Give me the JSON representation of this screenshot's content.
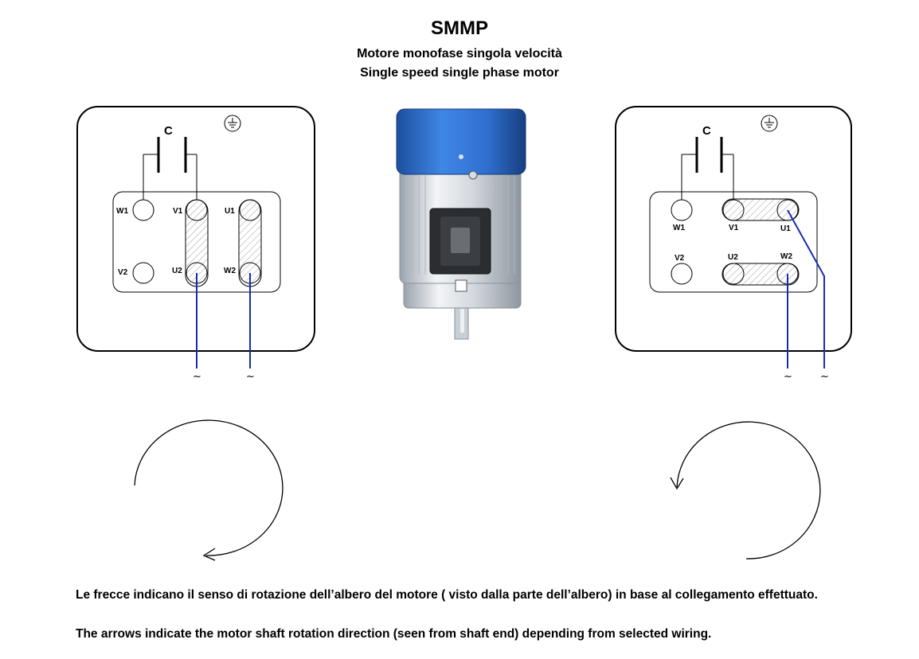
{
  "header": {
    "title": "SMMP",
    "subtitle_it": "Motore monofase singola velocità",
    "subtitle_en": "Single speed single phase motor"
  },
  "left_diagram": {
    "capacitor_label": "C",
    "terminals": {
      "w1": "W1",
      "v1": "V1",
      "u1": "U1",
      "v2": "V2",
      "u2": "U2",
      "w2": "W2"
    },
    "supply_symbols": [
      "~",
      "~"
    ],
    "rotation": "clockwise"
  },
  "right_diagram": {
    "capacitor_label": "C",
    "terminals": {
      "w1": "W1",
      "v1": "V1",
      "u1": "U1",
      "v2": "V2",
      "u2": "U2",
      "w2": "W2"
    },
    "supply_symbols": [
      "~",
      "~"
    ],
    "rotation": "counterclockwise"
  },
  "footer": {
    "note_it": "Le frecce indicano il senso di rotazione dell’albero del motore ( visto dalla parte dell’albero) in base al collegamento effettuato.",
    "note_en": "The arrows indicate the motor shaft rotation direction (seen from shaft end) depending from selected wiring."
  },
  "colors": {
    "wire": "#1a2bb3",
    "motor_cover": "#2e6fd0",
    "hatch": "#999999"
  }
}
